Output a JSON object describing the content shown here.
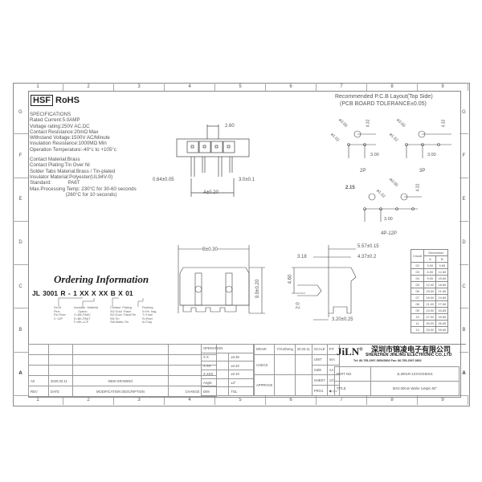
{
  "border": {
    "columns": [
      "1",
      "2",
      "3",
      "4",
      "5",
      "6",
      "7",
      "8",
      "9"
    ],
    "rows": [
      "G",
      "F",
      "E",
      "D",
      "C",
      "B",
      "A"
    ]
  },
  "header": {
    "hsf_label": "HSF",
    "rohs_label": "RoHS"
  },
  "specifications": {
    "title": "SPECIFICATIONS",
    "lines": [
      "Rated Current:5.0AMP",
      "Voltage rating:250V AC,DC",
      "Contact Resistance:20mΩ Max",
      "Withstand Voltage:1500V AC/Minute",
      "Insulation Resistance:1000MΩ Min",
      "Operation Temperature:-40°c to +105°c"
    ],
    "materials": [
      "Contact Material:Brass",
      "Contact Plating:Tin Over Ni",
      "Solder Tabs Material:Brass / Tin-plated",
      "Insulator Material:Polyester(UL94V-0)",
      "Standard:            PA6T",
      "Max.Processing Temp: 230°C for 30-60 seconds",
      "                          (260°C for 10 seconds)"
    ]
  },
  "front_view": {
    "dim_pitch": "2.60",
    "dim_pin": "0.64±0.05",
    "dim_a": "A±0.20",
    "dim_spacing": "3.0±0.1"
  },
  "pcb_layout": {
    "title": "Recommended  P.C.B  Layout(Top  Side)",
    "subtitle": "(PCB  BOARD  TOLERANCE±0.05)",
    "dim_hole_large": "ø3.00",
    "dim_hole_small": "ø1.02",
    "dim_height": "4.32",
    "dim_pitch": "3.00",
    "dim_offset": "2.15",
    "label_2p": "2P",
    "label_3p": "3P",
    "label_4p12p": "4P-12P"
  },
  "ordering": {
    "title": "Ordering Information",
    "code": "JL 3001 R - 1  XX  X   XX  B  X  01",
    "notes": {
      "pins": "No.of\nPins\nPer Row\n2~12P",
      "insulator": "Insulator  Material\n     Option\nC=BK-PA6C\nE=BK-PA6T\nF=BK-LCP",
      "plating": "Contact  Plating\nSG:Gold  Flash\nSG:Gold  Flash/Tin\nSN:Tin\nSW:Matte-Tin",
      "packing": "Packing\n0=Pe  bag\nT=Tube\nR=Reel\nA=Tray"
    }
  },
  "top_view": {
    "dim_b": "B±0.30",
    "dim_height": "9.9±0.20"
  },
  "side_view": {
    "dim_total": "5.57±0.15",
    "dim_body": "4.37±0.2",
    "dim_left": "3.18",
    "dim_vertical": "4.60",
    "dim_small": "2.0",
    "dim_bottom": "3.20±0.25"
  },
  "dimension_table": {
    "header_circuit": "Circuit",
    "header_dimension": "Dimension",
    "header_a": "A",
    "header_b": "B",
    "rows": [
      [
        "02",
        "3.00",
        "9.65"
      ],
      [
        "03",
        "6.00",
        "12.65"
      ],
      [
        "04",
        "9.00",
        "15.65"
      ],
      [
        "05",
        "12.00",
        "18.65"
      ],
      [
        "06",
        "15.00",
        "21.65"
      ],
      [
        "07",
        "18.00",
        "24.65"
      ],
      [
        "08",
        "21.00",
        "27.65"
      ],
      [
        "09",
        "24.00",
        "30.65"
      ],
      [
        "10",
        "27.00",
        "33.65"
      ],
      [
        "11",
        "30.00",
        "36.65"
      ],
      [
        "12",
        "33.00",
        "39.65"
      ]
    ]
  },
  "title_block": {
    "revision": {
      "rev": "A0",
      "date": "2020.03.11",
      "description": "NEW DRAWING",
      "col_rev": "REV",
      "col_date": "DATE",
      "col_desc": "MODIFICATION  DESCRIPTION",
      "col_change": "CHANGE"
    },
    "tolerance": {
      "header": "OPERATION",
      "rows": [
        [
          "X.X",
          "±0.30"
        ],
        [
          "X.XX",
          "±0.20"
        ],
        [
          "X.XXX",
          "±0.10"
        ],
        [
          "Angle",
          "±3°"
        ]
      ],
      "col_dim": "DIM",
      "col_tol": "TOL"
    },
    "approval": {
      "draw_label": "DRAW",
      "draw_name": "YiYuSheng",
      "draw_date": "20.03.11",
      "check_label": "CHECK",
      "approve_label": "APPROVE"
    },
    "meta": {
      "scale_label": "SCALE",
      "scale": "FIT",
      "unit_label": "UNIT",
      "unit": "mm",
      "size_label": "SIZE",
      "size": "A4",
      "sheet_label": "SHEET",
      "sheet": "1/2",
      "proj_label": "PROJ.",
      "proj": "◆◁▭"
    },
    "company": {
      "logo": "JiLN",
      "registered": "®",
      "name_cn": "深圳市锦凌电子有限公司",
      "name_en": "SHENZHEN JINLING ELECTRONIC CO.,LTD",
      "contact": "Tel: 86-755-2997-5806/5802   Fax: 86-755-2997-5802"
    },
    "part_no_label": "PART  NO.",
    "part_no": "JL3001R-1XXXXXBX01",
    "title_label": "TITLE:",
    "title": "MX3.00mm  Wafer  1xNpin  90°"
  }
}
